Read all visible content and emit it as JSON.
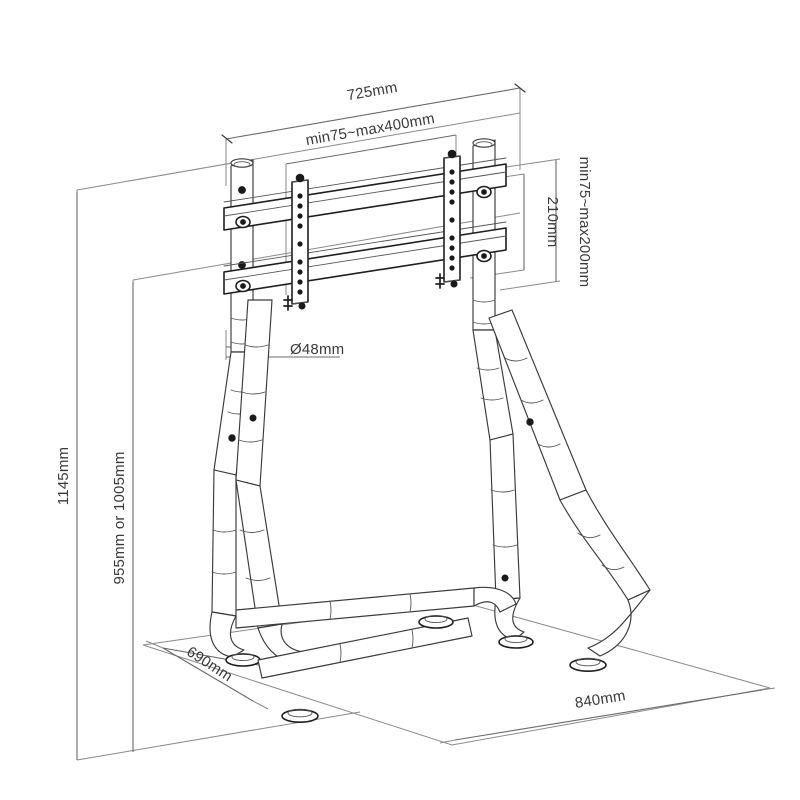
{
  "drawing": {
    "title": "TV Floor Stand Dimensional Drawing",
    "type": "isometric-technical-drawing",
    "background_color": "#ffffff",
    "line_color": "#3a3a3a",
    "text_color": "#3a3a3a",
    "units": "mm"
  },
  "dimensions": {
    "overall_width": "725mm",
    "vesa_horizontal": "min75~max400mm",
    "vesa_vertical": "min75~max200mm",
    "bracket_height": "210mm",
    "total_height": "1145mm",
    "mount_height": "955mm or 1005mm",
    "tube_diameter": "Ø48mm",
    "base_depth": "690mm",
    "base_width": "840mm"
  },
  "labels": [
    {
      "id": "width-725",
      "text": "725mm",
      "rotation": 0
    },
    {
      "id": "vesa-h",
      "text": "min75~max400mm",
      "rotation": 0
    },
    {
      "id": "vesa-v",
      "text": "min75~max200mm",
      "rotation": 90
    },
    {
      "id": "bracket-210",
      "text": "210mm",
      "rotation": 90
    },
    {
      "id": "height-1145",
      "text": "1145mm",
      "rotation": -90
    },
    {
      "id": "height-955",
      "text": "955mm or 1005mm",
      "rotation": -90
    },
    {
      "id": "tube-dia",
      "text": "Ø48mm",
      "rotation": 0
    },
    {
      "id": "depth-690",
      "text": "690mm",
      "rotation": 33
    },
    {
      "id": "width-840",
      "text": "840mm",
      "rotation": -7
    }
  ],
  "components": {
    "wall_panel": "wall-reference-plane",
    "floor_panel": "floor-reference-plane",
    "vesa_bracket": "tv-mount-bracket-assembly",
    "left_column": "left-vertical-tube",
    "right_column": "right-vertical-tube",
    "base_frame": "tubular-base-frame",
    "feet_count": 4
  }
}
